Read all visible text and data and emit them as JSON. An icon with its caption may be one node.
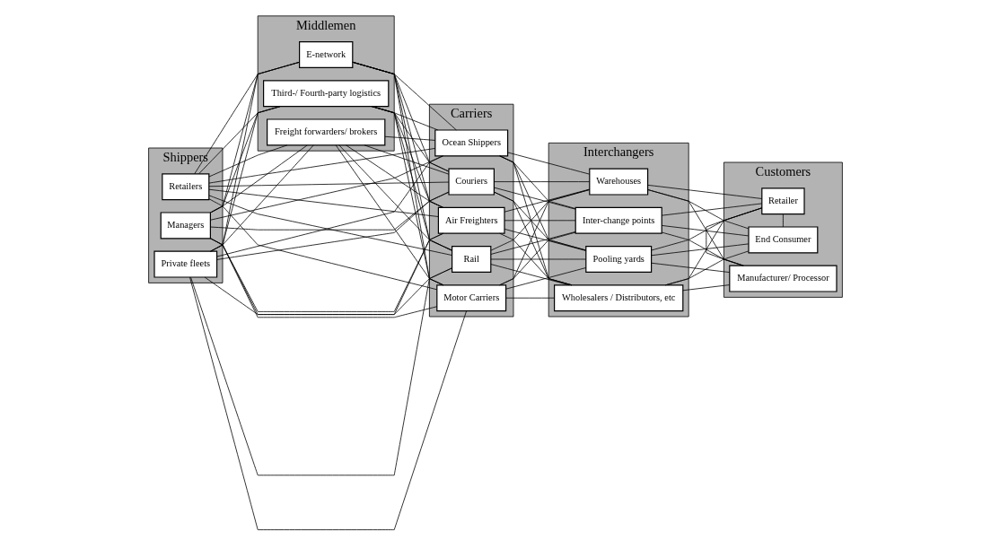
{
  "diagram": {
    "nodes": [
      {
        "text": [
          "Shippers"
        ]
      },
      {
        "text": [
          "Retailers"
        ],
        "in": 0
      },
      {
        "text": [
          "Managers"
        ],
        "in": 0
      },
      {
        "text": [
          "Private fleets"
        ],
        "in": 0
      },
      {
        "text": [
          "Middlemen"
        ]
      },
      {
        "text": [
          "Freight forwarders/ brokers"
        ],
        "in": 4
      },
      {
        "text": [
          "E-network"
        ],
        "in": 4
      },
      {
        "text": [
          "Third-/ Fourth-party logistics"
        ],
        "in": 4
      },
      {
        "text": [
          "Carriers"
        ]
      },
      {
        "text": [
          "Couriers"
        ],
        "in": 8
      },
      {
        "text": [
          "Rail"
        ],
        "in": 8
      },
      {
        "text": [
          "Air Freighters"
        ],
        "in": 8
      },
      {
        "text": [
          "Motor Carriers"
        ],
        "in": 8
      },
      {
        "text": [
          "Ocean Shippers"
        ],
        "in": 8
      },
      {
        "text": [
          "Interchangers"
        ]
      },
      {
        "text": [
          "Warehouses"
        ],
        "in": 14
      },
      {
        "text": [
          "Inter-change points"
        ],
        "in": 14
      },
      {
        "text": [
          "Pooling yards"
        ],
        "in": 14
      },
      {
        "text": [
          "Wholesalers / Distributors, etc"
        ],
        "in": 14
      },
      {
        "text": [
          "Customers"
        ]
      },
      {
        "text": [
          "Manufacturer/ Processor"
        ],
        "in": 19
      },
      {
        "text": [
          "Retailer"
        ],
        "in": 19
      },
      {
        "text": [
          "End Consumer"
        ],
        "in": 19
      }
    ],
    "edges": [
      {
        "from": 1,
        "to": 5,
        "arrow": "none"
      },
      {
        "from": 1,
        "to": 6,
        "arrow": "none"
      },
      {
        "from": 1,
        "to": 7,
        "arrow": "none"
      },
      {
        "from": 2,
        "to": 5,
        "arrow": "none"
      },
      {
        "from": 2,
        "to": 6,
        "arrow": "none"
      },
      {
        "from": 2,
        "to": 7,
        "arrow": "none"
      },
      {
        "from": 3,
        "to": 5,
        "arrow": "none"
      },
      {
        "from": 3,
        "to": 6,
        "arrow": "none"
      },
      {
        "from": 3,
        "to": 7,
        "arrow": "none"
      },
      {
        "from": 1,
        "to": 9,
        "arrow": "none"
      },
      {
        "from": 1,
        "to": 10,
        "arrow": "none"
      },
      {
        "from": 1,
        "to": 11,
        "arrow": "none"
      },
      {
        "from": 1,
        "to": 12,
        "arrow": "none"
      },
      {
        "from": 1,
        "to": 13,
        "arrow": "none"
      },
      {
        "from": 2,
        "to": 9,
        "arrow": "none"
      },
      {
        "from": 2,
        "to": 10,
        "arrow": "none"
      },
      {
        "from": 2,
        "to": 11,
        "arrow": "none"
      },
      {
        "from": 2,
        "to": 12,
        "arrow": "none"
      },
      {
        "from": 2,
        "to": 13,
        "arrow": "none"
      },
      {
        "from": 3,
        "to": 9,
        "arrow": "none"
      },
      {
        "from": 3,
        "to": 10,
        "arrow": "none"
      },
      {
        "from": 3,
        "to": 11,
        "arrow": "none"
      },
      {
        "from": 3,
        "to": 12,
        "arrow": "none"
      },
      {
        "from": 3,
        "to": 13,
        "arrow": "none"
      },
      {
        "from": 5,
        "to": 9,
        "arrow": "none"
      },
      {
        "from": 5,
        "to": 10,
        "arrow": "none"
      },
      {
        "from": 5,
        "to": 11,
        "arrow": "none"
      },
      {
        "from": 5,
        "to": 12,
        "arrow": "none"
      },
      {
        "from": 5,
        "to": 13,
        "arrow": "none"
      },
      {
        "from": 6,
        "to": 9,
        "arrow": "none"
      },
      {
        "from": 6,
        "to": 10,
        "arrow": "none"
      },
      {
        "from": 6,
        "to": 11,
        "arrow": "none"
      },
      {
        "from": 6,
        "to": 12,
        "arrow": "none"
      },
      {
        "from": 6,
        "to": 13,
        "arrow": "none"
      },
      {
        "from": 7,
        "to": 9,
        "arrow": "none"
      },
      {
        "from": 7,
        "to": 10,
        "arrow": "none"
      },
      {
        "from": 7,
        "to": 11,
        "arrow": "none"
      },
      {
        "from": 7,
        "to": 12,
        "arrow": "none"
      },
      {
        "from": 7,
        "to": 13,
        "arrow": "none"
      },
      {
        "from": 9,
        "to": 15,
        "arrow": "none"
      },
      {
        "from": 9,
        "to": 16,
        "arrow": "none"
      },
      {
        "from": 9,
        "to": 17,
        "arrow": "none"
      },
      {
        "from": 9,
        "to": 18,
        "arrow": "none"
      },
      {
        "from": 10,
        "to": 15,
        "arrow": "none"
      },
      {
        "from": 10,
        "to": 16,
        "arrow": "none"
      },
      {
        "from": 10,
        "to": 17,
        "arrow": "none"
      },
      {
        "from": 10,
        "to": 18,
        "arrow": "none"
      },
      {
        "from": 11,
        "to": 15,
        "arrow": "none"
      },
      {
        "from": 11,
        "to": 16,
        "arrow": "none"
      },
      {
        "from": 11,
        "to": 17,
        "arrow": "none"
      },
      {
        "from": 11,
        "to": 18,
        "arrow": "none"
      },
      {
        "from": 12,
        "to": 15,
        "arrow": "none"
      },
      {
        "from": 12,
        "to": 16,
        "arrow": "none"
      },
      {
        "from": 12,
        "to": 17,
        "arrow": "none"
      },
      {
        "from": 12,
        "to": 18,
        "arrow": "none"
      },
      {
        "from": 13,
        "to": 15,
        "arrow": "none"
      },
      {
        "from": 13,
        "to": 16,
        "arrow": "none"
      },
      {
        "from": 13,
        "to": 17,
        "arrow": "none"
      },
      {
        "from": 13,
        "to": 18,
        "arrow": "none"
      },
      {
        "from": 15,
        "to": 20,
        "arrow": "none"
      },
      {
        "from": 15,
        "to": 21,
        "arrow": "none"
      },
      {
        "from": 15,
        "to": 22,
        "arrow": "none"
      },
      {
        "from": 16,
        "to": 20,
        "arrow": "none"
      },
      {
        "from": 16,
        "to": 21,
        "arrow": "none"
      },
      {
        "from": 16,
        "to": 22,
        "arrow": "none"
      },
      {
        "from": 17,
        "to": 20,
        "arrow": "none"
      },
      {
        "from": 17,
        "to": 21,
        "arrow": "none"
      },
      {
        "from": 17,
        "to": 22,
        "arrow": "none"
      },
      {
        "from": 18,
        "to": 20,
        "arrow": "none"
      },
      {
        "from": 18,
        "to": 21,
        "arrow": "none"
      },
      {
        "from": 18,
        "to": 22,
        "arrow": "none"
      },
      {
        "from": 20,
        "to": 21,
        "arrow": "none"
      },
      {
        "from": 21,
        "to": 22,
        "arrow": "none"
      }
    ]
  }
}
